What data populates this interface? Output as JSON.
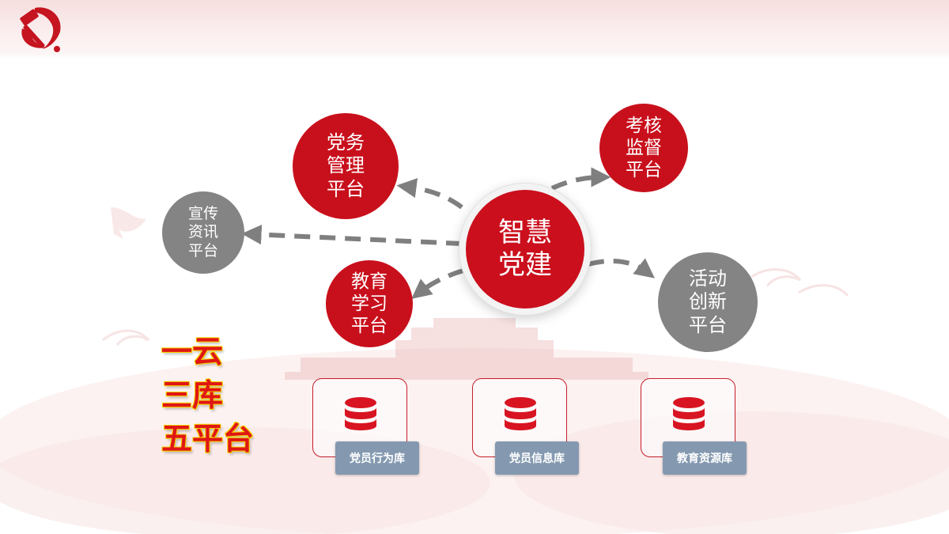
{
  "center": {
    "label": "智慧\n党建"
  },
  "platforms": [
    {
      "id": "party-affairs",
      "label": "党务\n管理\n平台",
      "color": "red"
    },
    {
      "id": "assessment",
      "label": "考核\n监督\n平台",
      "color": "red"
    },
    {
      "id": "publicity",
      "label": "宣传\n资讯\n平台",
      "color": "gray"
    },
    {
      "id": "education",
      "label": "教育\n学习\n平台",
      "color": "red"
    },
    {
      "id": "activity",
      "label": "活动\n创新\n平台",
      "color": "gray"
    }
  ],
  "slogan": [
    "一云",
    "三库",
    "五平台"
  ],
  "databases": [
    {
      "label": "党员行为库"
    },
    {
      "label": "党员信息库"
    },
    {
      "label": "教育资源库"
    }
  ],
  "colors": {
    "accent_red": "#c8101c",
    "node_gray": "#848484",
    "arrow_gray": "#7f7f7f",
    "label_blue_gray": "#8499b0",
    "slogan_red": "#e01616",
    "slogan_outline": "#f5d400"
  },
  "icons": {
    "logo": "hammer-and-sickle-icon",
    "database": "database-icon"
  }
}
